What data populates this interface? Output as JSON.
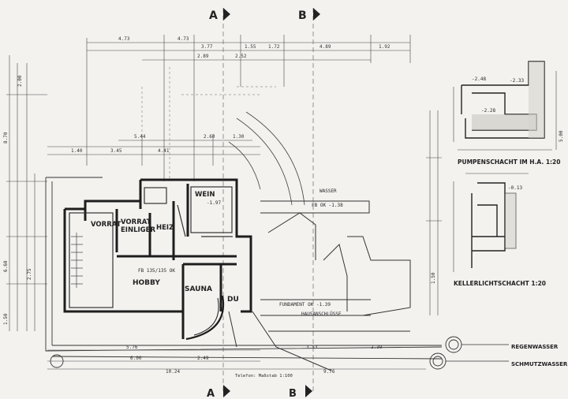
{
  "section_markers": {
    "a": "A",
    "b": "B"
  },
  "rooms": {
    "vorrat_1": "VORRAT",
    "vorrat_2": "VORRAT",
    "einlieger": "EINLIGER",
    "heiz": "HEIZ",
    "wein": "WEIN",
    "hobby": "HOBBY",
    "sauna": "SAUNA",
    "du": "DU"
  },
  "room_notes": {
    "fb": "FB 135/135 OK",
    "wein_level": "-1.97"
  },
  "detail_titles": {
    "pumpenschacht": "PUMPENSCHACHT IM H.A. 1:20",
    "kellerlichtschacht": "KELLERLICHTSCHACHT 1:20"
  },
  "annotations": {
    "fundament": "FUNDAMENT OK -1.39",
    "hausanschluesse": "HAUSANSCHLÜSSE",
    "wasser": "WASSER",
    "fb_ok": "FB OK -1.38",
    "regenwasser": "REGENWASSER",
    "schmutzwasser": "SCHMUTZWASSER"
  },
  "dimensions_top": [
    "4.73",
    "4.73",
    "4.89",
    "1.92",
    "3.77",
    "1.55",
    "1.72",
    "2.89",
    "2.52",
    "5.44",
    "2.60",
    "1.30",
    "1.40",
    "3.45",
    "4.41"
  ],
  "dimensions_bottom": [
    "5.76",
    "2.49",
    "3.53",
    "2.39",
    "10.24",
    "6.00",
    "9.76"
  ],
  "dimensions_left": [
    "2.00",
    "8.70",
    "6.60",
    "2.75",
    "1.50"
  ],
  "dimensions_right": [
    "5.00",
    "1.50"
  ],
  "level_marks": [
    "-2.48",
    "-2.33",
    "-2.28",
    "-0.13"
  ],
  "stamp_text": "Telefon: Maßstab 1:100"
}
